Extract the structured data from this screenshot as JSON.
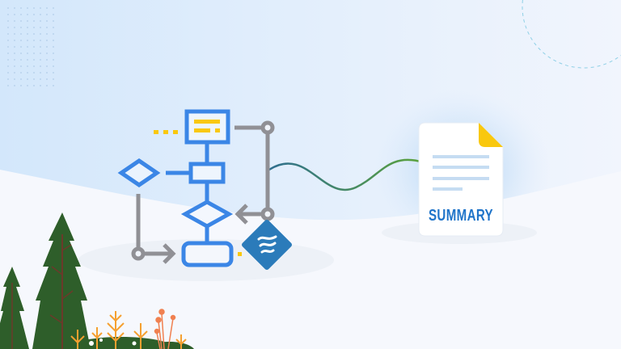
{
  "document": {
    "label": "SUMMARY"
  },
  "colors": {
    "flow_blue": "#3b86e6",
    "connector_gray": "#909095",
    "accent_yellow": "#f9c80e",
    "logo_blue": "#2b7bba",
    "summary_text": "#1f74c9",
    "tree_green": "#2e5e2a"
  },
  "icons": [
    "flowchart",
    "stream-logo",
    "document-icon",
    "pine-tree",
    "plants"
  ]
}
